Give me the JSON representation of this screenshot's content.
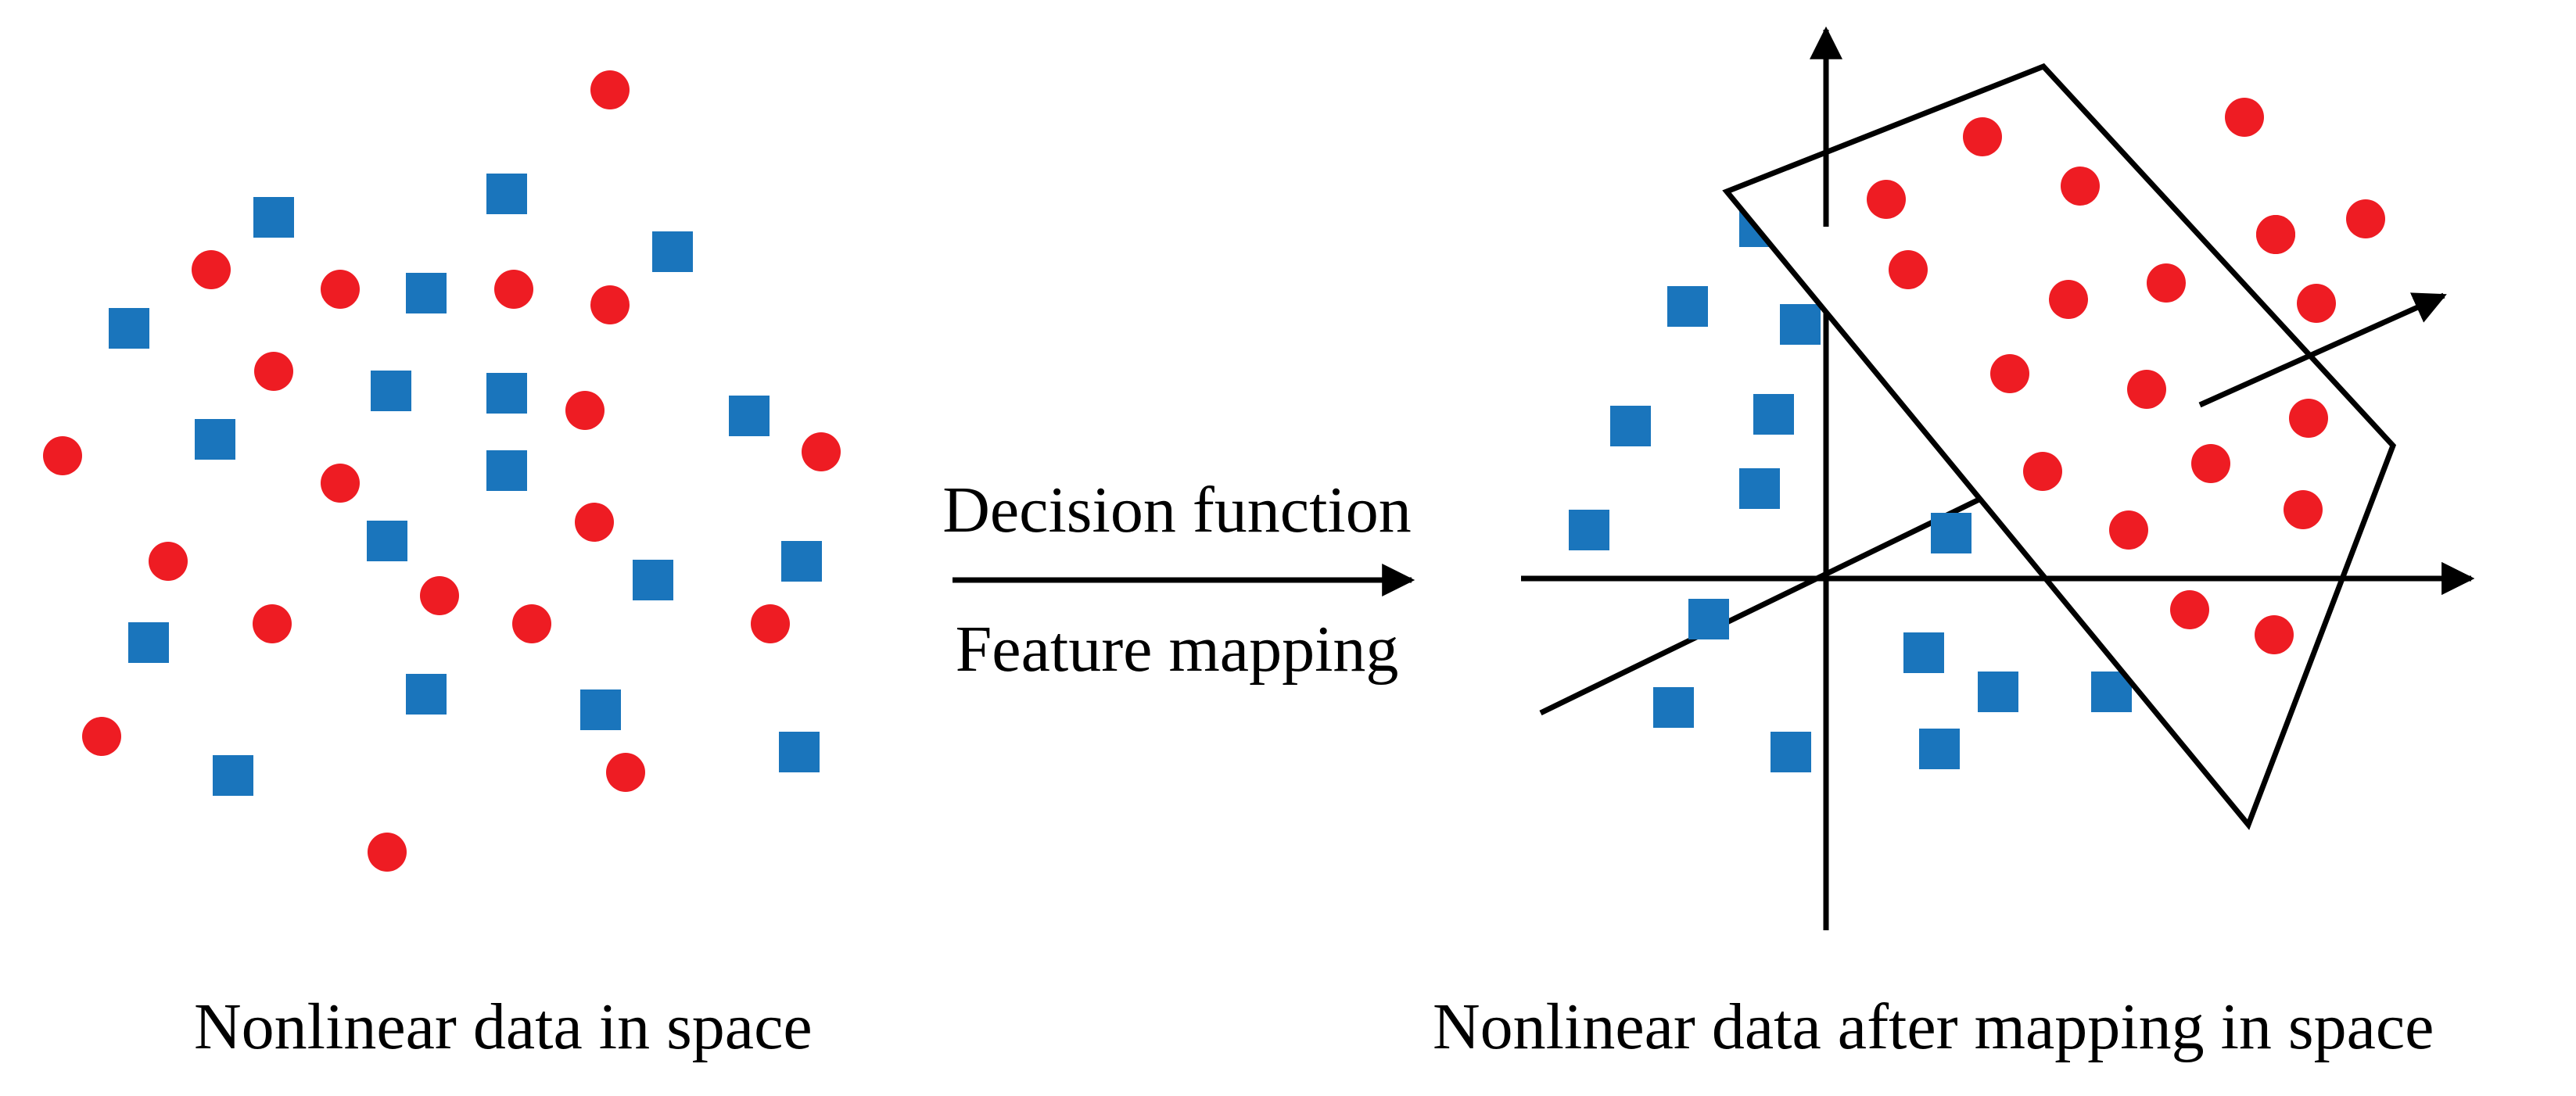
{
  "diagram": {
    "arrow_label_top": "Decision function",
    "arrow_label_bottom": "Feature mapping",
    "left_caption": "Nonlinear data in space",
    "right_caption": "Nonlinear data after mapping in space"
  },
  "colors": {
    "circle_class": "#ee1c23",
    "square_class": "#1a75bc",
    "line": "#000000",
    "background": "#ffffff"
  },
  "icons": {
    "circle_marker": "red-circle",
    "square_marker": "blue-square"
  }
}
